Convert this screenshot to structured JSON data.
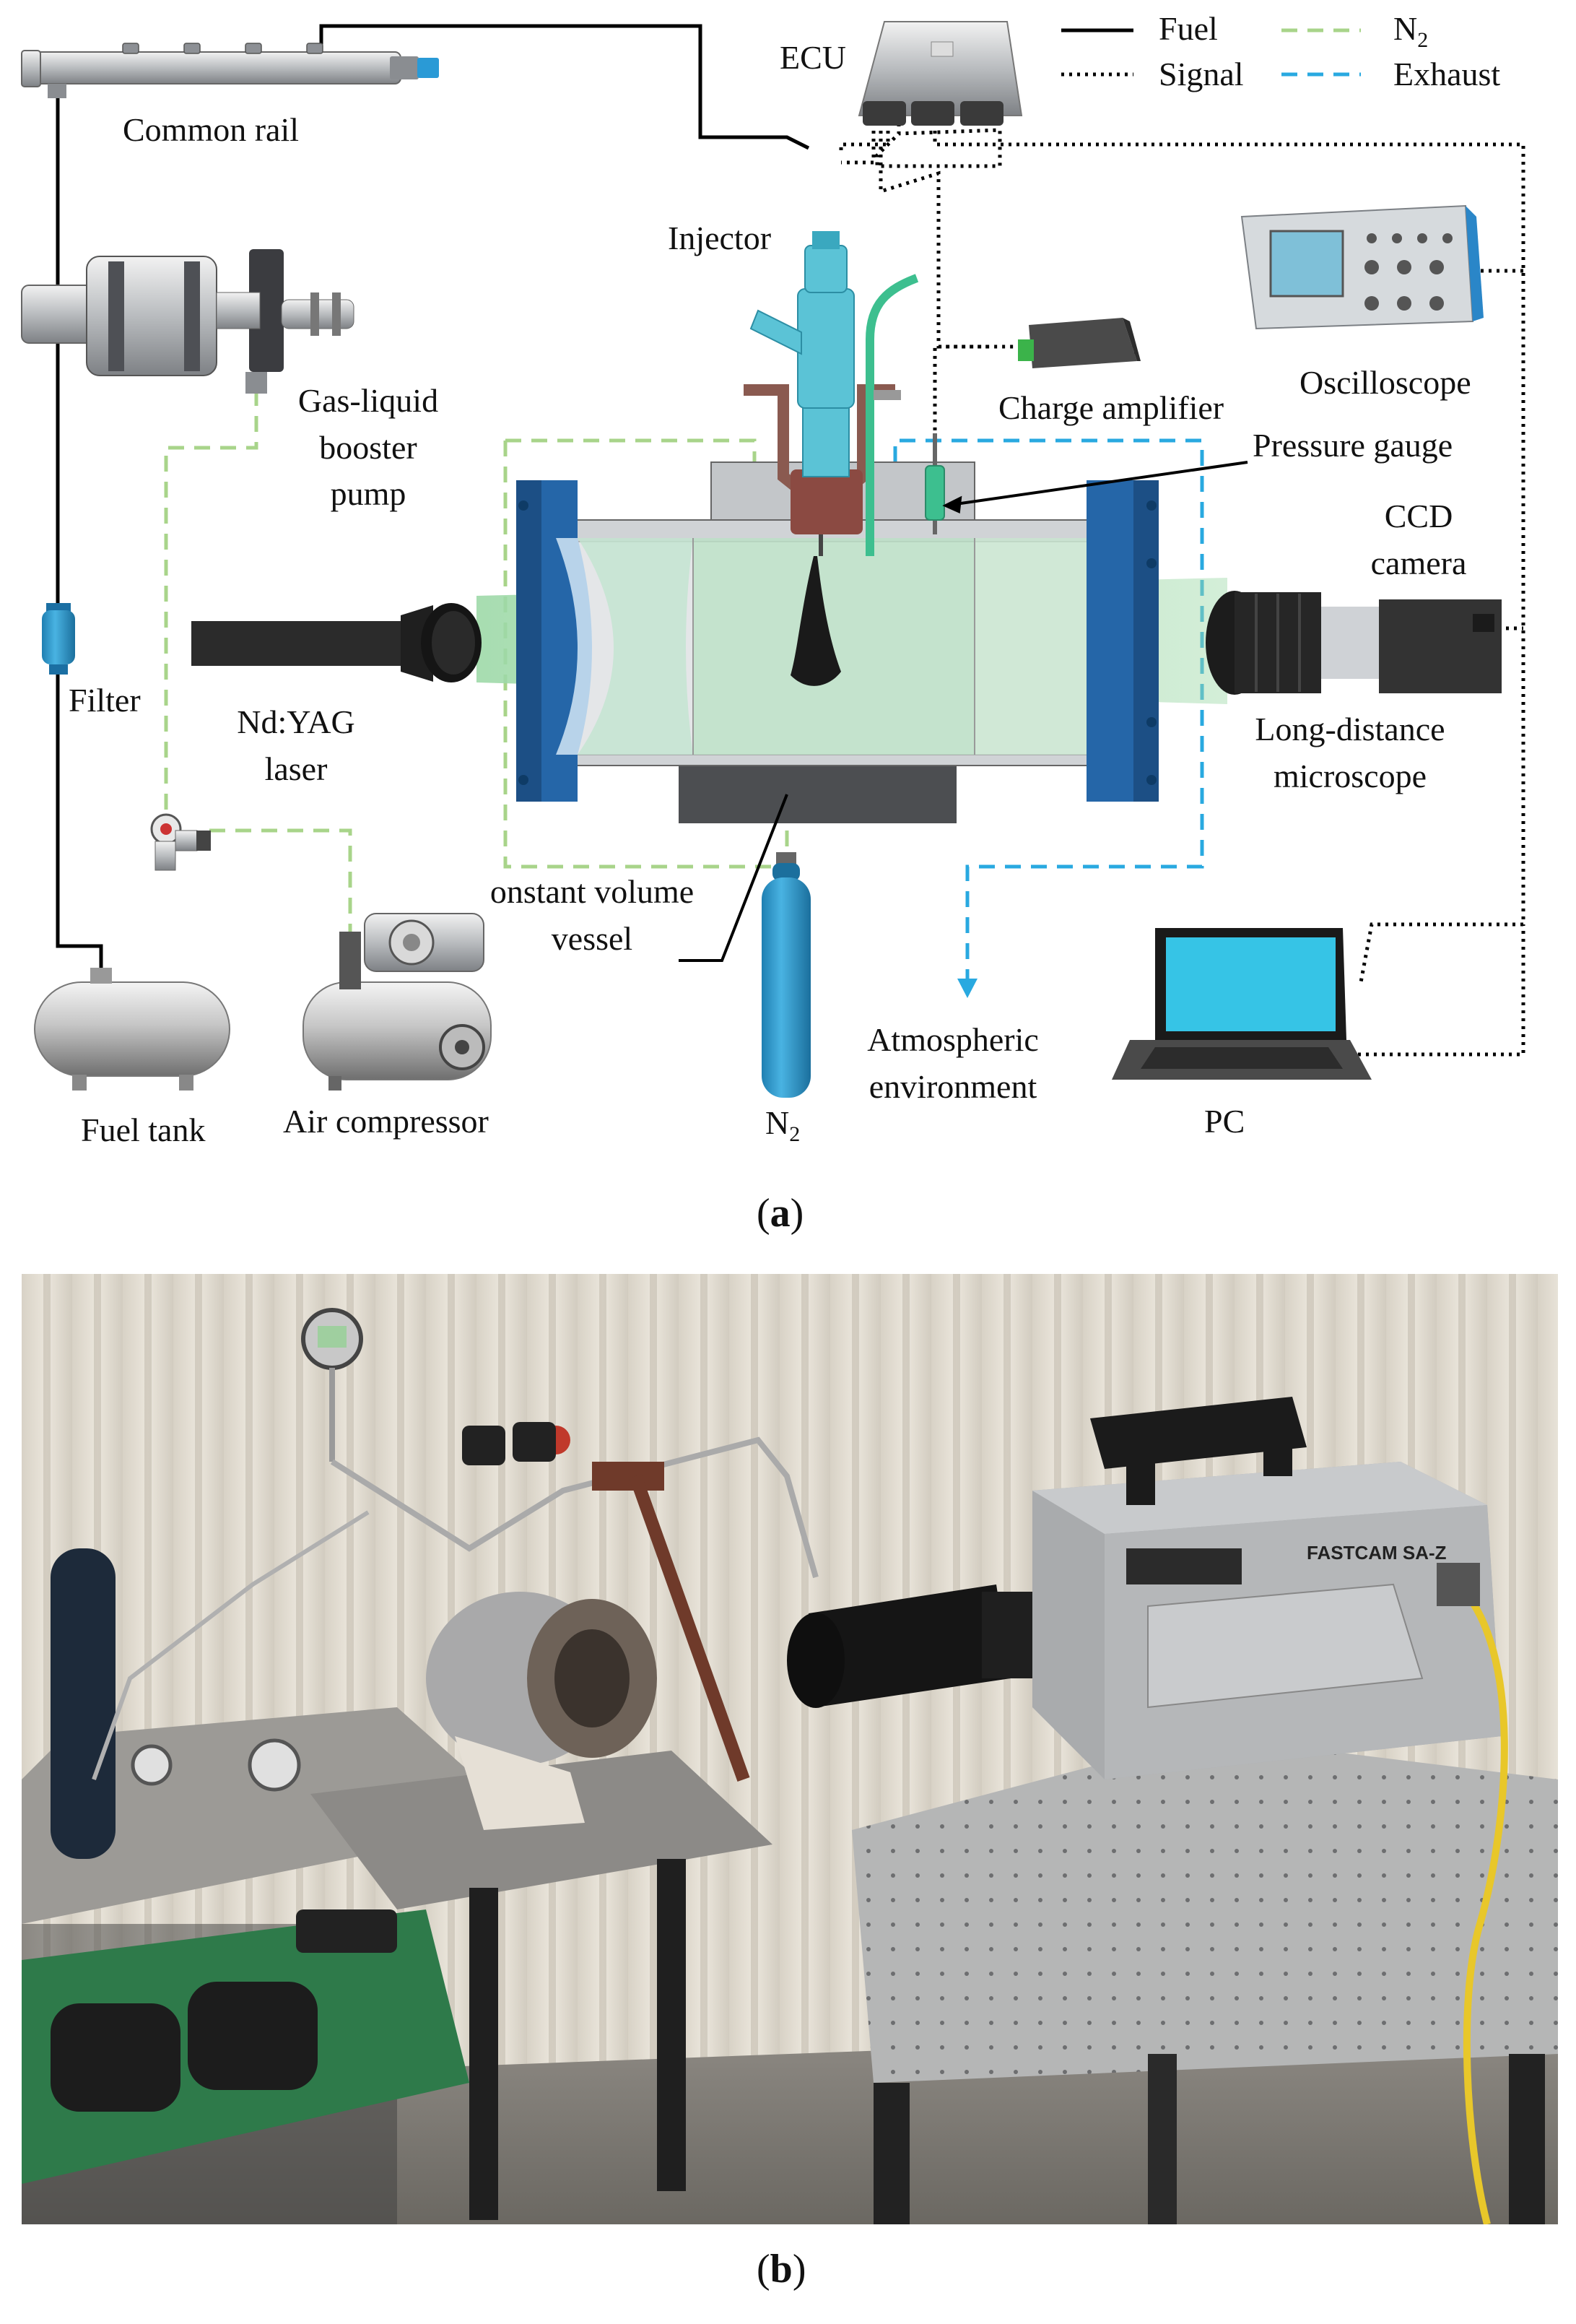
{
  "figure_a": {
    "panel_label": "a",
    "legend": {
      "fuel": "Fuel",
      "signal": "Signal",
      "n2": "N",
      "n2_sub": "2",
      "exhaust": "Exhaust"
    },
    "labels": {
      "ecu": "ECU",
      "common_rail": "Common rail",
      "injector": "Injector",
      "gas_liquid_1": "Gas-liquid",
      "gas_liquid_2": "booster",
      "gas_liquid_3": "pump",
      "filter": "Filter",
      "laser_1": "Nd:YAG",
      "laser_2": "laser",
      "charge_amplifier": "Charge amplifier",
      "oscilloscope": "Oscilloscope",
      "pressure_gauge": "Pressure gauge",
      "ccd_1": "CCD",
      "ccd_2": "camera",
      "microscope_1": "Long-distance",
      "microscope_2": "microscope",
      "vessel_1": "onstant  volume",
      "vessel_2": "vessel",
      "fuel_tank": "Fuel tank",
      "air_compressor": "Air compressor",
      "n2_bottle": "N",
      "n2_bottle_sub": "2",
      "atmo_1": "Atmospheric",
      "atmo_2": "environment",
      "pc": "PC"
    },
    "colors": {
      "fuel": "#000000",
      "signal": "#000000",
      "n2": "#a8d48a",
      "exhaust": "#29a9e0",
      "vessel_end": "#2566a8",
      "vessel_body": "#c9cccf",
      "injector": "#5bc3d6",
      "beam": "#9ed9a8"
    }
  },
  "figure_b": {
    "panel_label": "b",
    "photo_text": {
      "camera_brand": "FASTCAM SA-Z"
    }
  }
}
